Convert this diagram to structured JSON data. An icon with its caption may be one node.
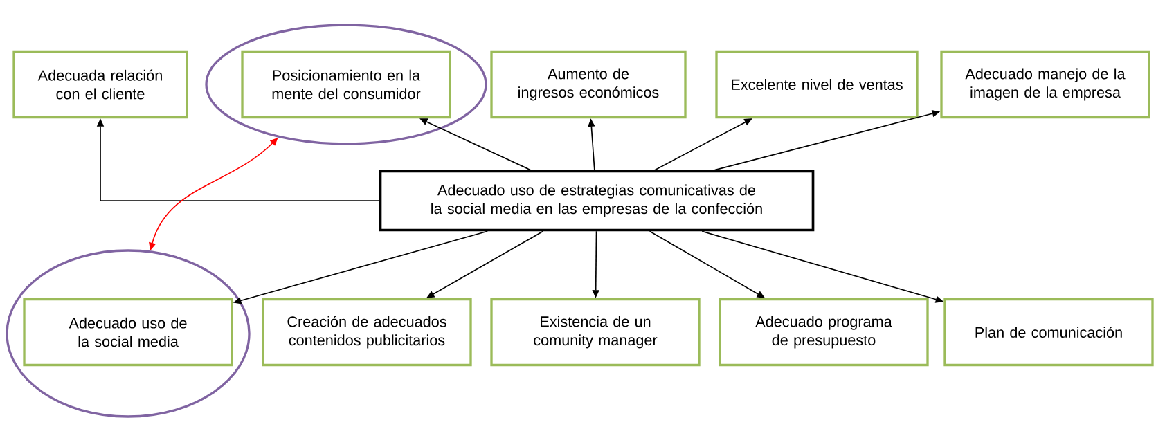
{
  "diagram": {
    "nodes": [
      {
        "text": [
          "Adecuada relación con el cliente"
        ]
      },
      {
        "text": [],
        "shape": "ellipse"
      },
      {
        "text": [
          "Posicionamiento en la mente del consumidor"
        ],
        "in": 1
      },
      {
        "text": [
          "Aumento de ingresos económicos"
        ]
      },
      {
        "text": [
          "Excelente nivel de ventas"
        ]
      },
      {
        "text": [
          "Adecuado manejo de la imagen de la empresa"
        ]
      },
      {
        "text": [
          "Adecuado uso de estrategias comunicativas de la social media en las empresas de la confección"
        ]
      },
      {
        "text": [],
        "shape": "ellipse"
      },
      {
        "text": [
          "Adecuado uso de la social media"
        ],
        "in": 7
      },
      {
        "text": [
          "Creación de adecuados contenidos publicitarios"
        ]
      },
      {
        "text": [
          "Existencia de un comunity manager"
        ]
      },
      {
        "text": [
          "Adecuado programa de presupuesto"
        ]
      },
      {
        "text": [
          "Plan de comunicación"
        ]
      }
    ],
    "edges": [
      {
        "from": 6,
        "to": 0,
        "arrow": "to"
      },
      {
        "from": 6,
        "to": 2,
        "arrow": "to"
      },
      {
        "from": 6,
        "to": 3,
        "arrow": "to"
      },
      {
        "from": 6,
        "to": 4,
        "arrow": "to"
      },
      {
        "from": 6,
        "to": 5,
        "arrow": "to"
      },
      {
        "from": 6,
        "to": 8,
        "arrow": "to"
      },
      {
        "from": 6,
        "to": 9,
        "arrow": "to"
      },
      {
        "from": 6,
        "to": 10,
        "arrow": "to"
      },
      {
        "from": 6,
        "to": 11,
        "arrow": "to"
      },
      {
        "from": 6,
        "to": 12,
        "arrow": "to"
      },
      {
        "from": 7,
        "to": 1,
        "arrow": "both",
        "color": "#ff0000"
      }
    ]
  }
}
